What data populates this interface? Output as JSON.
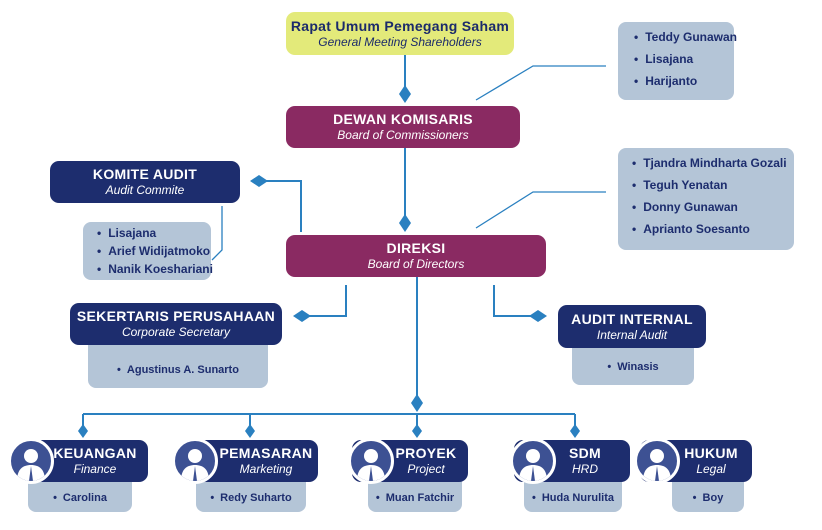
{
  "gms": {
    "title": "Rapat Umum Pemegang Saham",
    "subtitle": "General Meeting Shareholders"
  },
  "boc": {
    "title": "DEWAN KOMISARIS",
    "subtitle": "Board of Commissioners",
    "members": [
      "Teddy Gunawan",
      "Lisajana",
      "Harijanto"
    ]
  },
  "audit_committee": {
    "title": "KOMITE AUDIT",
    "subtitle": "Audit Commite",
    "members": [
      "Lisajana",
      "Arief Widijatmoko",
      "Nanik Koeshariani"
    ]
  },
  "bod": {
    "title": "DIREKSI",
    "subtitle": "Board of Directors",
    "members": [
      "Tjandra Mindharta Gozali",
      "Teguh Yenatan",
      "Donny Gunawan",
      "Aprianto Soesanto"
    ]
  },
  "corp_sec": {
    "title": "SEKERTARIS PERUSAHAAN",
    "subtitle": "Corporate Secretary",
    "member": "Agustinus A. Sunarto"
  },
  "internal_audit": {
    "title": "AUDIT INTERNAL",
    "subtitle": "Internal Audit",
    "member": "Winasis"
  },
  "departments": [
    {
      "title": "KEUANGAN",
      "subtitle": "Finance",
      "member": "Carolina"
    },
    {
      "title": "PEMASARAN",
      "subtitle": "Marketing",
      "member": "Redy Suharto"
    },
    {
      "title": "PROYEK",
      "subtitle": "Project",
      "member": "Muan Fatchir"
    },
    {
      "title": "SDM",
      "subtitle": "HRD",
      "member": "Huda Nurulita"
    },
    {
      "title": "HUKUM",
      "subtitle": "Legal",
      "member": "Boy"
    }
  ],
  "colors": {
    "connector": "#2a80c0",
    "navy": "#1d2d6e",
    "purple": "#8a2a62",
    "yellow": "#e3ea7a",
    "grey": "#b4c5d7"
  }
}
